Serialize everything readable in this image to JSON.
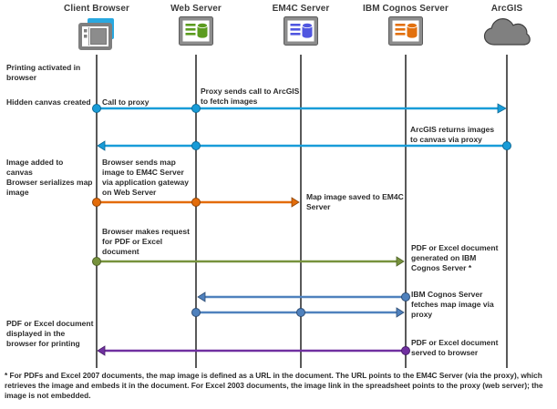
{
  "actors": [
    {
      "label": "Client Browser"
    },
    {
      "label": "Web Server"
    },
    {
      "label": "EM4C Server"
    },
    {
      "label": "IBM Cognos Server"
    },
    {
      "label": "ArcGIS"
    }
  ],
  "messages": {
    "call_to_proxy": "Call to proxy",
    "proxy_sends": "Proxy sends call to ArcGIS\nto fetch images",
    "arcgis_returns": "ArcGIS returns images\nto canvas via proxy",
    "browser_sends_map": "Browser sends map\nimage to EM4C Server\nvia application gateway\non Web Server",
    "map_saved": "Map image saved to EM4C\nServer",
    "browser_requests_doc": "Browser makes request\nfor PDF or Excel\ndocument",
    "doc_generated": "PDF or Excel document\ngenerated on IBM\nCognos Server *",
    "cognos_fetches": "IBM Cognos Server\nfetches map image via\nproxy",
    "doc_served": "PDF or Excel document\nserved to browser"
  },
  "notes": {
    "printing_activated": "Printing activated in\nbrowser",
    "hidden_canvas": "Hidden canvas created",
    "image_added": "Image added to\ncanvas\nBrowser serializes map\nimage",
    "doc_displayed": "PDF or Excel document\ndisplayed in the\nbrowser for printing"
  },
  "footnote": "* For PDFs and Excel 2007 documents, the map image is defined as a URL in the document. The URL points to the EM4C Server (via the proxy), which retrieves the image and embeds it in the document. For Excel 2003 documents, the image link in the spreadsheet points to the proxy (web server); the image is not embedded.",
  "colors": {
    "lifeline": "#595959",
    "cyan_arrow": "#189CD8",
    "steel_arrow": "#4F81BD",
    "orange_arrow": "#E36C0A",
    "green_arrow": "#76923C",
    "purple_arrow": "#7030A0",
    "browser_blue": "#29A8E0",
    "web_server_green": "#5B9B1F",
    "em4c_blue": "#5056E0",
    "cognos_orange": "#E2700E",
    "cloud_gray": "#808080"
  }
}
